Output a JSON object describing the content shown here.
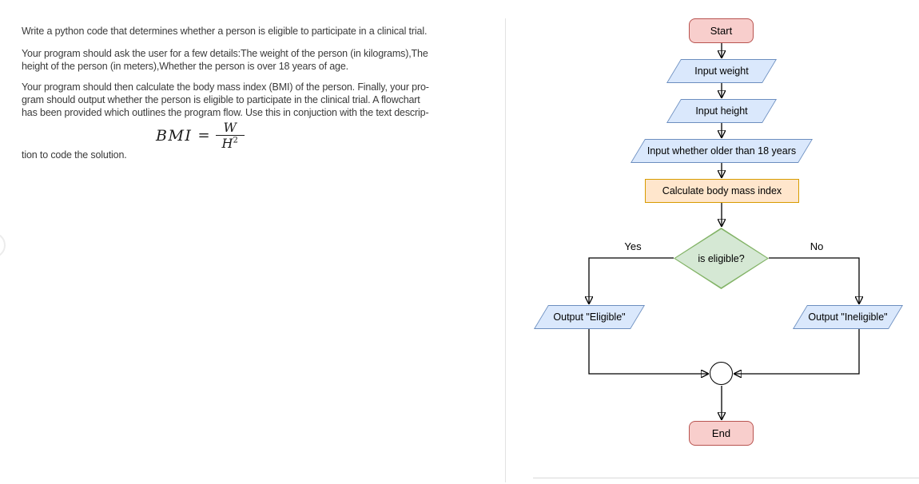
{
  "task": {
    "p1": [
      "Write a python code that determines whether a person is eligible to participate in a clinical trial."
    ],
    "p2": [
      "Your program should ask the user for a few details:The weight of the person (in kilograms),The",
      "height of the person (in meters),Whether the person is over 18 years of age."
    ],
    "p3": [
      "Your program should then calculate the body mass index (BMI) of the person. Finally, your pro-",
      "gram should output whether the person is eligible to participate in the clinical trial. A flowchart",
      "has been provided which outlines the program flow. Use this in conjuction with the text descrip-"
    ],
    "closing": "tion to code the solution.",
    "formula": {
      "lhs": "BMI",
      "equals": "=",
      "numerator": "W",
      "denominator_base": "H",
      "denominator_exponent": "2"
    }
  },
  "flowchart": {
    "nodes": {
      "start": {
        "label": "Start",
        "type": "terminator"
      },
      "input_weight": {
        "label": "Input weight",
        "type": "io"
      },
      "input_height": {
        "label": "Input height",
        "type": "io"
      },
      "input_age": {
        "label": "Input whether older than 18 years",
        "type": "io"
      },
      "calculate_bmi": {
        "label": "Calculate body mass index",
        "type": "process"
      },
      "is_eligible": {
        "label": "is eligible?",
        "type": "decision"
      },
      "output_eligible": {
        "label": "Output \"Eligible\"",
        "type": "io"
      },
      "output_ineligible": {
        "label": "Output \"Ineligible\"",
        "type": "io"
      },
      "end": {
        "label": "End",
        "type": "terminator"
      }
    },
    "edge_labels": {
      "yes": "Yes",
      "no": "No"
    },
    "colors": {
      "terminator_fill": "#f8cecc",
      "terminator_stroke": "#b85450",
      "io_fill": "#dae8fc",
      "io_stroke": "#6c8ebf",
      "process_fill": "#ffe6cc",
      "process_stroke": "#d79b00",
      "decision_fill": "#d5e8d4",
      "decision_stroke": "#82b366",
      "line": "#000000"
    }
  }
}
